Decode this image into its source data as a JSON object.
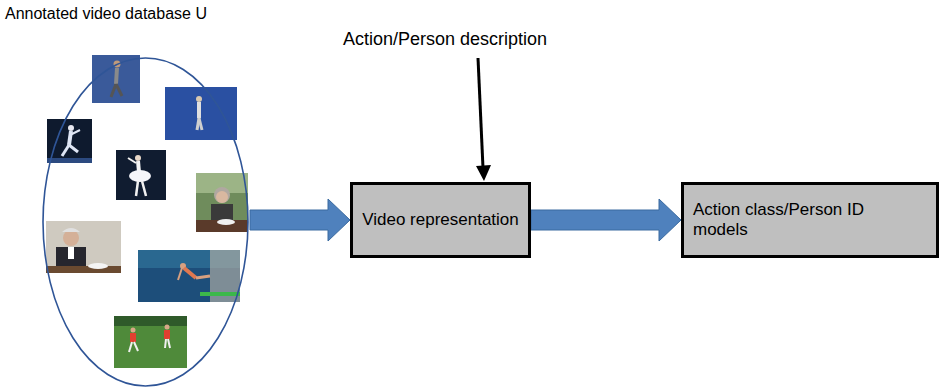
{
  "diagram": {
    "nodes": [
      {
        "text": [
          "Annotated video database U"
        ]
      },
      {
        "text": [
          "Video representation"
        ]
      },
      {
        "text": [
          "Action class/Person ID models"
        ]
      }
    ],
    "edges": [
      {
        "from": 0,
        "to": 1,
        "arrow": "to"
      },
      {
        "from": 1,
        "to": 2,
        "arrow": "to"
      }
    ],
    "labels": [
      "Action/Person description"
    ]
  }
}
